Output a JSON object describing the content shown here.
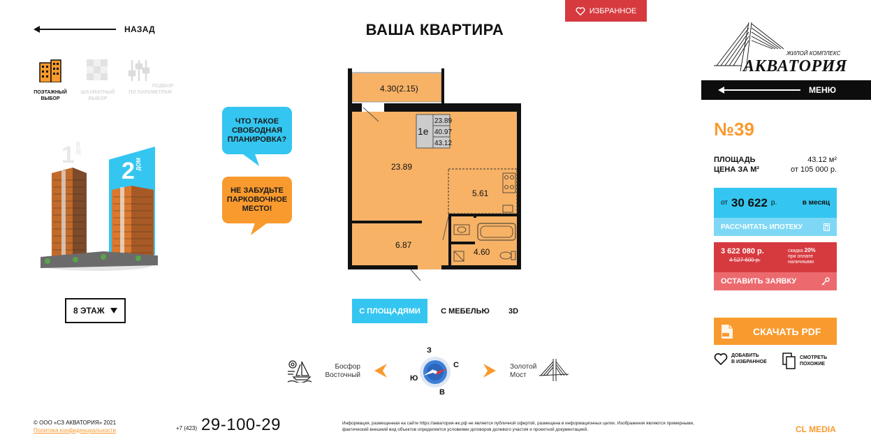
{
  "header": {
    "favorites_label": "ИЗБРАННОЕ",
    "back_label": "НАЗАД",
    "title": "ВАША КВАРТИРА"
  },
  "modes": [
    {
      "label": "ПОЭТАЖНЫЙ ВЫБОР",
      "active": true
    },
    {
      "label": "ШАХМАТНЫЙ ВЫБОР",
      "active": false
    },
    {
      "label": "ПОДБОР ПО ПАРАМЕТРАМ",
      "active": false
    }
  ],
  "building": {
    "house1": "1",
    "house1_word": "ДОМ",
    "house2": "2",
    "house2_word": "ДОМ"
  },
  "floor_select": {
    "value": "8 ЭТАЖ"
  },
  "bubbles": {
    "free_plan": "ЧТО ТАКОЕ СВОБОДНАЯ ПЛАНИРОВКА?",
    "parking": "НЕ ЗАБУДЬТЕ ПАРКОВОЧНОЕ МЕСТО!"
  },
  "plan": {
    "balcony": "4.30(2.15)",
    "type": "1е",
    "areas": [
      "23.89",
      "40.97",
      "43.12"
    ],
    "room_main": "23.89",
    "kitchen": "5.61",
    "hall": "6.87",
    "bath": "4.60"
  },
  "view_tabs": [
    {
      "label": "С ПЛОЩАДЯМИ",
      "active": true
    },
    {
      "label": "С МЕБЕЛЬЮ",
      "active": false
    },
    {
      "label": "3D",
      "active": false
    }
  ],
  "orientation": {
    "left_line1": "Босфор",
    "left_line2": "Восточный",
    "right_line1": "Золотой",
    "right_line2": "Мост",
    "north": "З",
    "east": "С",
    "south": "В",
    "west": "Ю"
  },
  "logo": {
    "subtitle": "ЖИЛОЙ КОМПЛЕКС",
    "name": "АКВАТОРИЯ"
  },
  "menu_label": "МЕНЮ",
  "apartment": {
    "number": "№39",
    "area_label": "ПЛОЩАДЬ",
    "area_value": "43.12 м²",
    "price_label": "ЦЕНА ЗА М²",
    "price_value": "от 105 000 р."
  },
  "mortgage": {
    "prefix": "от",
    "amount": "30 622",
    "currency": "р.",
    "period": "в месяц",
    "button": "РАССЧИТАТЬ ИПОТЕКУ"
  },
  "price": {
    "current": "3 622 080 р.",
    "old": "4 527 600 р.",
    "discount_label": "скидка",
    "discount_value": "20%",
    "discount_note": "при оплате наличными",
    "request_button": "ОСТАВИТЬ ЗАЯВКУ"
  },
  "actions": {
    "pdf": "СКАЧАТЬ PDF",
    "add_favorite_l1": "ДОБАВИТЬ",
    "add_favorite_l2": "В ИЗБРАННОЕ",
    "similar_l1": "СМОТРЕТЬ",
    "similar_l2": "ПОХОЖИЕ"
  },
  "footer": {
    "copyright": "© ООО «СЗ АКВАТОРИЯ» 2021",
    "privacy": "Политика конфиденциальности",
    "phone_code": "+7 (423)",
    "phone": "29-100-29",
    "disclaimer": "Информация, размещенная на сайте https://акватория-жк.рф не является публичной офертой, размещена в информационных целях. Изображения являются примерными, фактический внешний вид объектов определяется условиями договоров долевого участия и проектной документацией.",
    "credit": "CL MEDIA"
  },
  "colors": {
    "orange": "#f99a2e",
    "blue": "#34c6f0",
    "red": "#d63a3f",
    "black": "#0d0d0d"
  }
}
